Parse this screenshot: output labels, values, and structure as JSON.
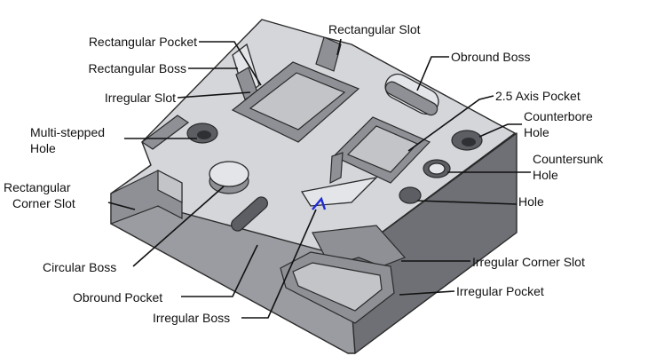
{
  "labels": {
    "rectangular_pocket": "Rectangular Pocket",
    "rectangular_boss": "Rectangular Boss",
    "irregular_slot": "Irregular Slot",
    "multi_stepped_hole_line1": "Multi-stepped",
    "multi_stepped_hole_line2": "Hole",
    "rectangular_corner_slot_line1": "Rectangular",
    "rectangular_corner_slot_line2": "Corner Slot",
    "circular_boss": "Circular Boss",
    "obround_pocket": "Obround Pocket",
    "irregular_boss": "Irregular Boss",
    "rectangular_slot": "Rectangular Slot",
    "obround_boss": "Obround Boss",
    "axis_pocket": "2.5 Axis Pocket",
    "counterbore_hole_line1": "Counterbore",
    "counterbore_hole_line2": "Hole",
    "countersunk_hole_line1": "Countersunk",
    "countersunk_hole_line2": "Hole",
    "hole": "Hole",
    "irregular_corner_slot": "Irregular Corner Slot",
    "irregular_pocket": "Irregular Pocket"
  },
  "colors": {
    "top_face": "#d4d6da",
    "front_face": "#9a9ca1",
    "right_face": "#6e7075",
    "accent_marker": "#1f2bd6"
  }
}
